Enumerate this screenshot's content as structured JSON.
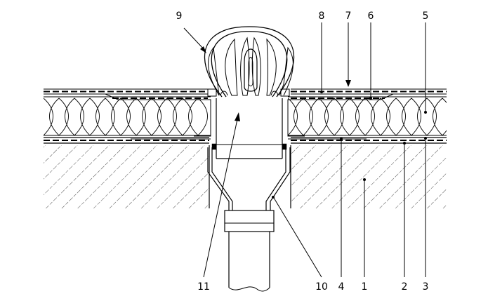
{
  "callouts": [
    {
      "id": "c9",
      "text": "9"
    },
    {
      "id": "c8",
      "text": "8"
    },
    {
      "id": "c7",
      "text": "7"
    },
    {
      "id": "c6",
      "text": "6"
    },
    {
      "id": "c5",
      "text": "5"
    },
    {
      "id": "c11",
      "text": "11"
    },
    {
      "id": "c10",
      "text": "10"
    },
    {
      "id": "c4",
      "text": "4"
    },
    {
      "id": "c1",
      "text": "1"
    },
    {
      "id": "c2",
      "text": "2"
    },
    {
      "id": "c3",
      "text": "3"
    }
  ],
  "colors": {
    "line": "#000000",
    "background": "#ffffff"
  }
}
